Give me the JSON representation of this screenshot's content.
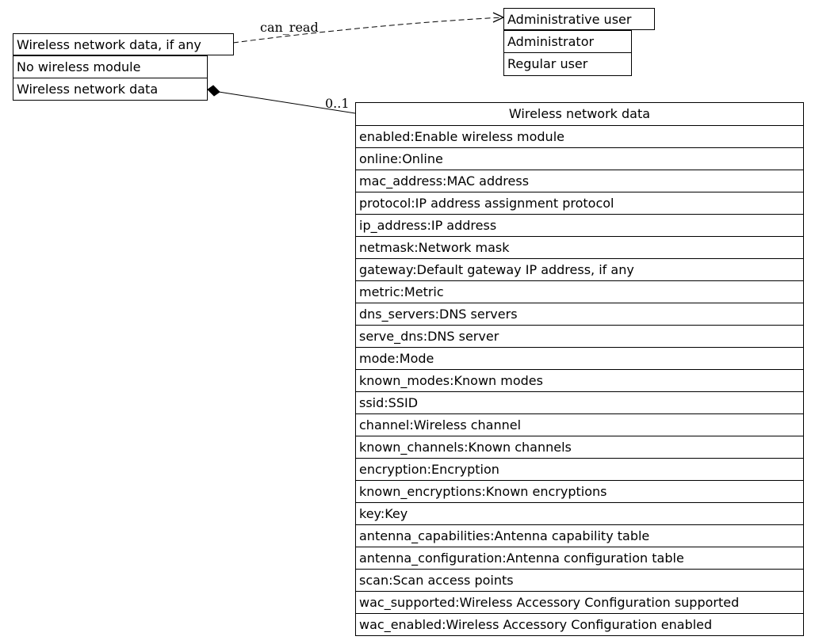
{
  "node_wireless_if_any": {
    "rows": [
      "Wireless network data, if any",
      "No wireless module",
      "Wireless network data"
    ]
  },
  "node_user": {
    "rows": [
      "Administrative user",
      "Administrator",
      "Regular user"
    ]
  },
  "node_wireless_data": {
    "title": "Wireless network data",
    "fields": [
      "enabled:Enable wireless module",
      "online:Online",
      "mac_address:MAC address",
      "protocol:IP address assignment protocol",
      "ip_address:IP address",
      "netmask:Network mask",
      "gateway:Default gateway IP address, if any",
      "metric:Metric",
      "dns_servers:DNS servers",
      "serve_dns:DNS server",
      "mode:Mode",
      "known_modes:Known modes",
      "ssid:SSID",
      "channel:Wireless channel",
      "known_channels:Known channels",
      "encryption:Encryption",
      "known_encryptions:Known encryptions",
      "key:Key",
      "antenna_capabilities:Antenna capability table",
      "antenna_configuration:Antenna configuration table",
      "scan:Scan access points",
      "wac_supported:Wireless Accessory Configuration supported",
      "wac_enabled:Wireless Accessory Configuration enabled"
    ]
  },
  "edges": {
    "read_relation": {
      "label": "can_read",
      "style": "dashed"
    },
    "composition": {
      "multiplicity": "0..1",
      "style": "solid"
    }
  }
}
